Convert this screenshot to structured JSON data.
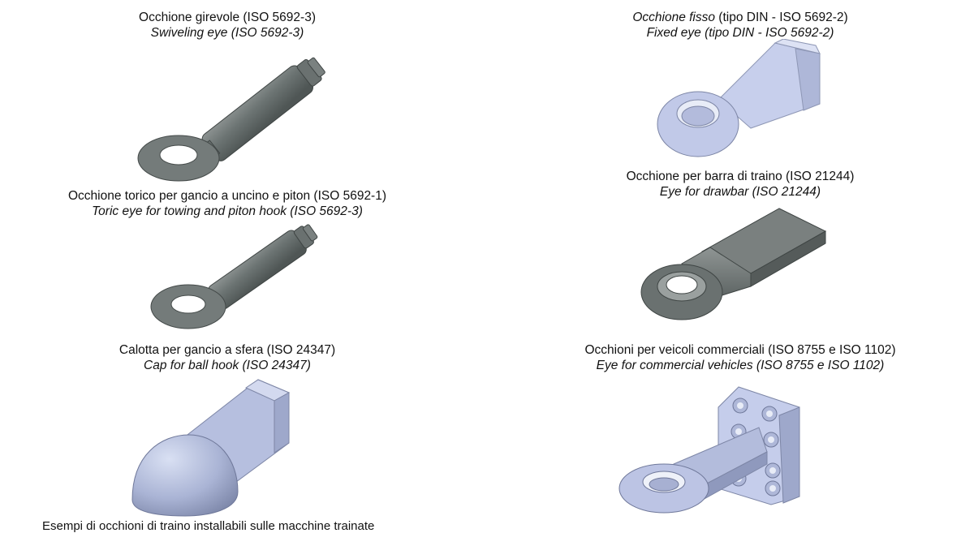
{
  "items": [
    {
      "title_it": "Occhione girevole (ISO 5692-3)",
      "title_en": "Swiveling eye (ISO 5692-3)"
    },
    {
      "title_it_italic": "Occhione fisso",
      "title_it_rest": " (tipo DIN - ISO 5692-2)",
      "title_en": "Fixed eye (tipo DIN - ISO 5692-2)"
    },
    {
      "title_it": "Occhione torico per gancio a uncino e piton (ISO 5692-1)",
      "title_en": "Toric eye for towing and piton hook (ISO 5692-3)"
    },
    {
      "title_it": "Occhione per barra di traino (ISO 21244)",
      "title_en": "Eye for drawbar (ISO 21244)"
    },
    {
      "title_it": "Calotta per gancio a sfera (ISO 24347)",
      "title_en": "Cap for ball hook (ISO 24347)"
    },
    {
      "title_it": "Occhioni per veicoli commerciali (ISO 8755 e ISO 1102)",
      "title_en": "Eye for commercial vehicles (ISO 8755 e ISO 1102)"
    }
  ],
  "footer": "Esempi di occhioni di traino installabili sulle macchine trainate"
}
